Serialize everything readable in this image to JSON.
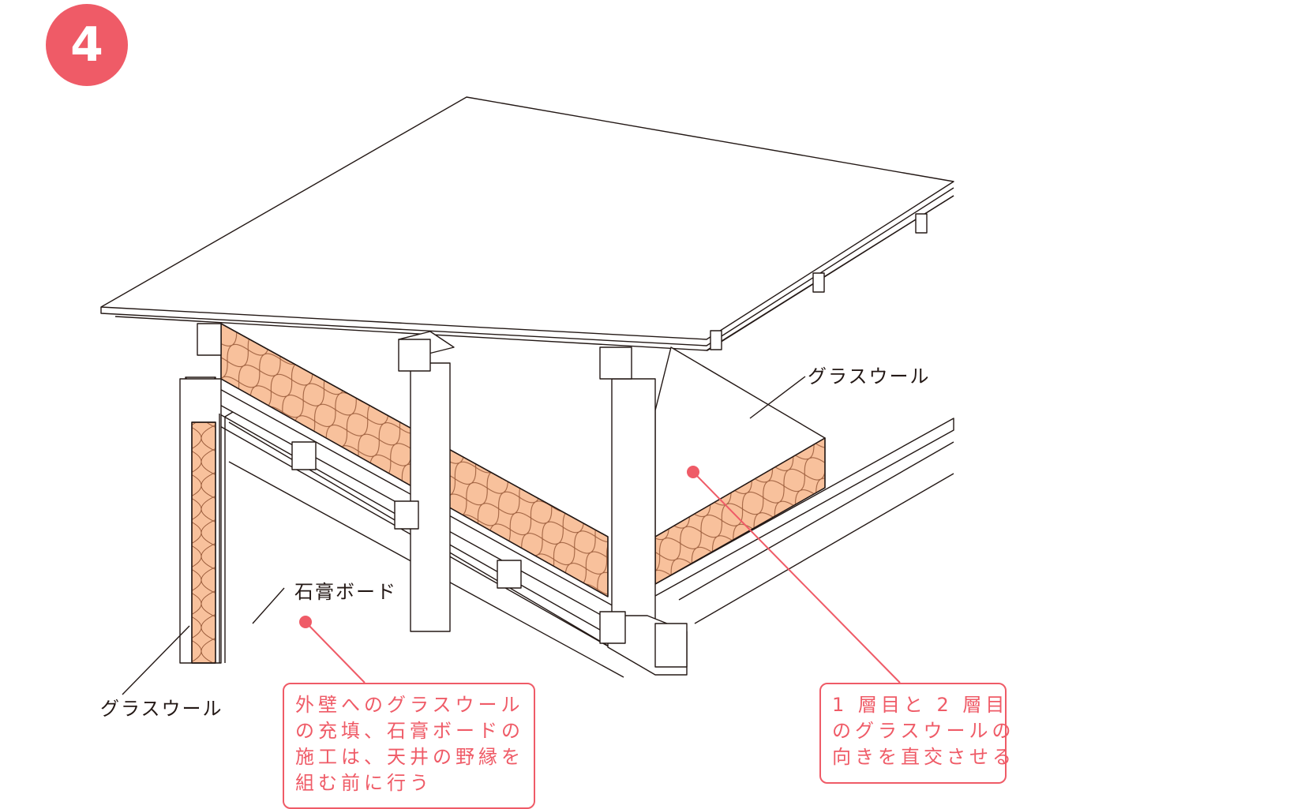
{
  "step": {
    "number": "4"
  },
  "labels": {
    "glasswool_ceiling": "グラスウール",
    "gypsum_board": "石膏ボード",
    "glasswool_wall": "グラスウール"
  },
  "notes": {
    "left": {
      "lines": [
        "外壁へのグラスウール",
        "の充填、石膏ボードの",
        "施工は、天井の野縁を",
        "組む前に行う"
      ]
    },
    "right": {
      "lines": [
        "1 層目と 2 層目",
        "のグラスウールの",
        "向きを直交させる"
      ]
    }
  },
  "colors": {
    "accent": "#ef5b67",
    "insulation_fill": "#f8c19c",
    "line": "#231815"
  }
}
